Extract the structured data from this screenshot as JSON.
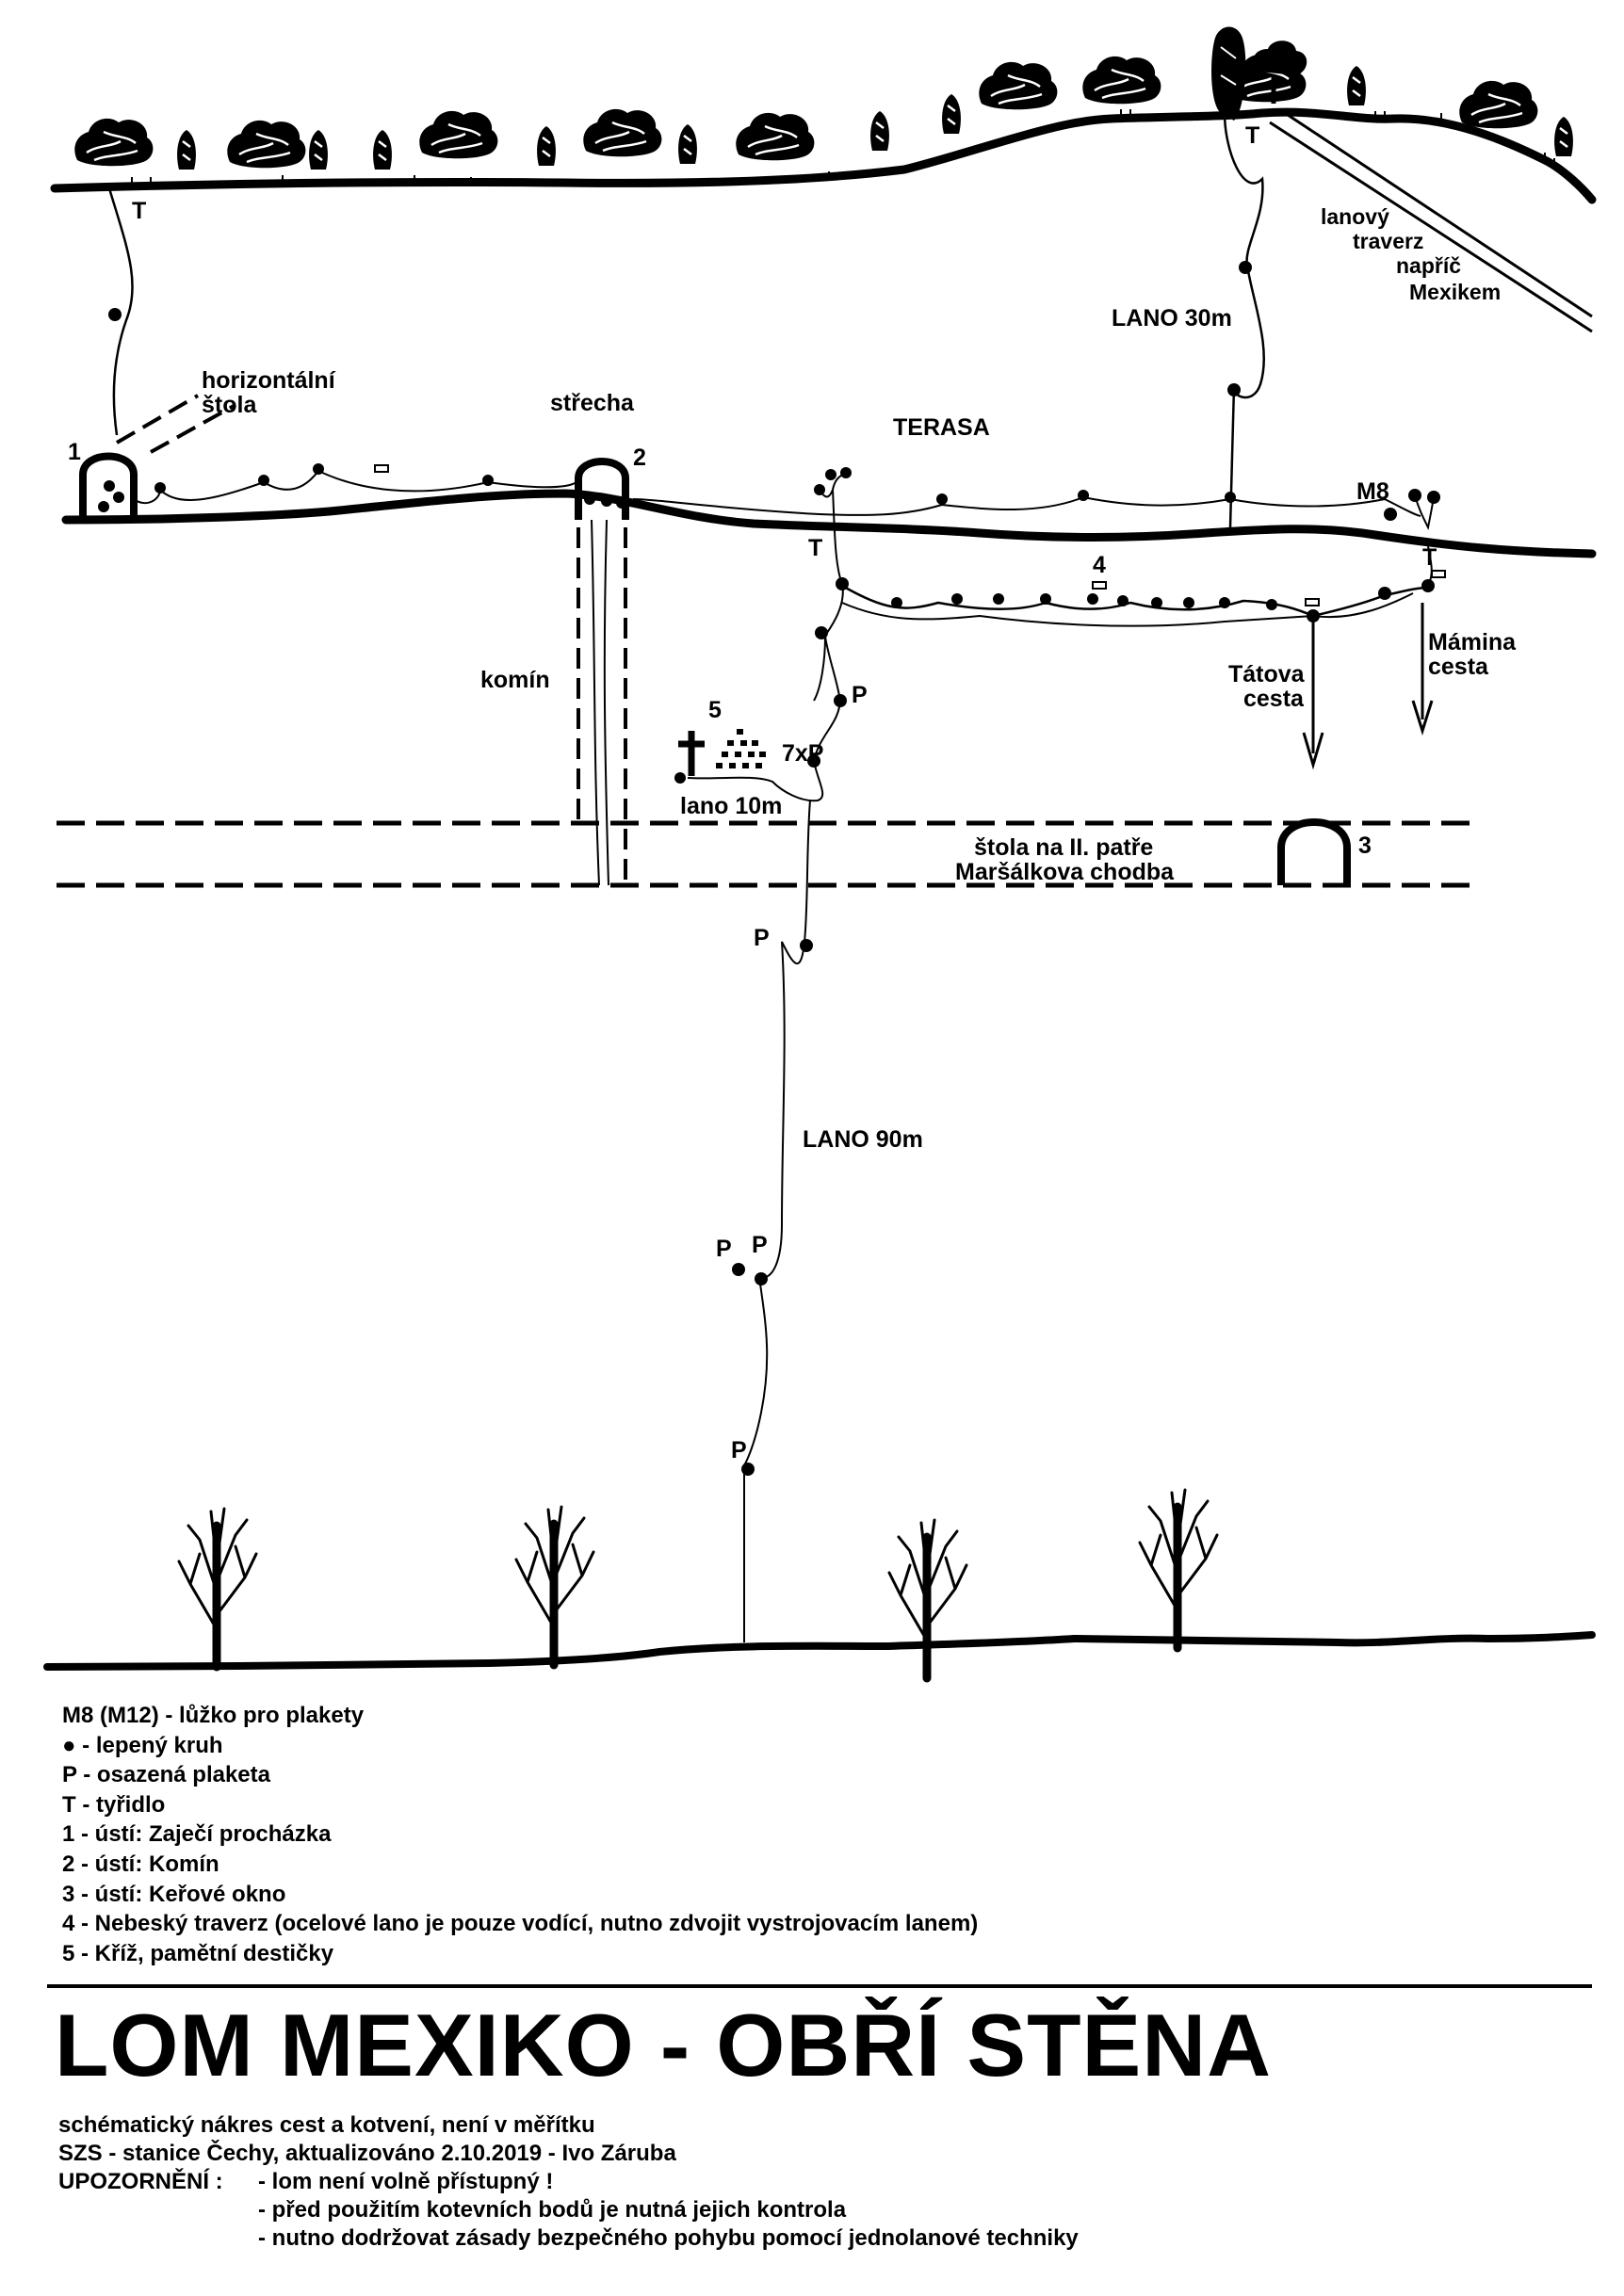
{
  "diagram": {
    "labels": {
      "horizontal_adit": "horizontální",
      "horizontal_adit_2": "štola",
      "roof": "střecha",
      "terrace": "TERASA",
      "chimney": "komín",
      "rope_30": "LANO 30m",
      "rope_traverse_1": "lanový",
      "rope_traverse_2": "traverz",
      "rope_traverse_3": "napříč",
      "rope_traverse_4": "Mexikem",
      "m8": "M8",
      "mark_1": "1",
      "mark_2": "2",
      "mark_3": "3",
      "mark_4": "4",
      "mark_5": "5",
      "t_top_left": "T",
      "t_top_right": "T",
      "t_terrace": "T",
      "t_right": "T",
      "p1": "P",
      "p_7x": "7xP",
      "rope_10": "lano 10m",
      "adit_floor_2": "štola na II. patře",
      "marshal_corridor": "Maršálkova chodba",
      "p2": "P",
      "rope_90": "LANO 90m",
      "p3a": "P",
      "p3b": "P",
      "p4": "P",
      "dad_route_1": "Tátova",
      "dad_route_2": "cesta",
      "mom_route_1": "Mámina",
      "mom_route_2": "cesta"
    }
  },
  "legend": {
    "items": [
      "M8 (M12) - lůžko pro plakety",
      "● - lepený kruh",
      "P - osazená plaketa",
      "T - tyřidlo",
      "1 - ústí: Zaječí procházka",
      "2 - ústí: Komín",
      "3 - ústí: Keřové okno",
      "4 - Nebeský traverz (ocelové lano je pouze vodící, nutno zdvojit vystrojovacím lanem)",
      "5 - Kříž, pamětní destičky"
    ]
  },
  "title": "LOM MEXIKO - OBŘÍ STĚNA",
  "meta": {
    "line1": "schématický nákres cest a kotvení, není v měřítku",
    "line2": "SZS - stanice Čechy, aktualizováno  2.10.2019 - Ivo Záruba"
  },
  "warning": {
    "label": "UPOZORNĚNÍ :",
    "items": [
      "- lom není volně přístupný !",
      "- před použitím kotevních bodů je nutná jejich kontrola",
      "- nutno dodržovat zásady bezpečného pohybu pomocí jednolanové techniky"
    ]
  }
}
